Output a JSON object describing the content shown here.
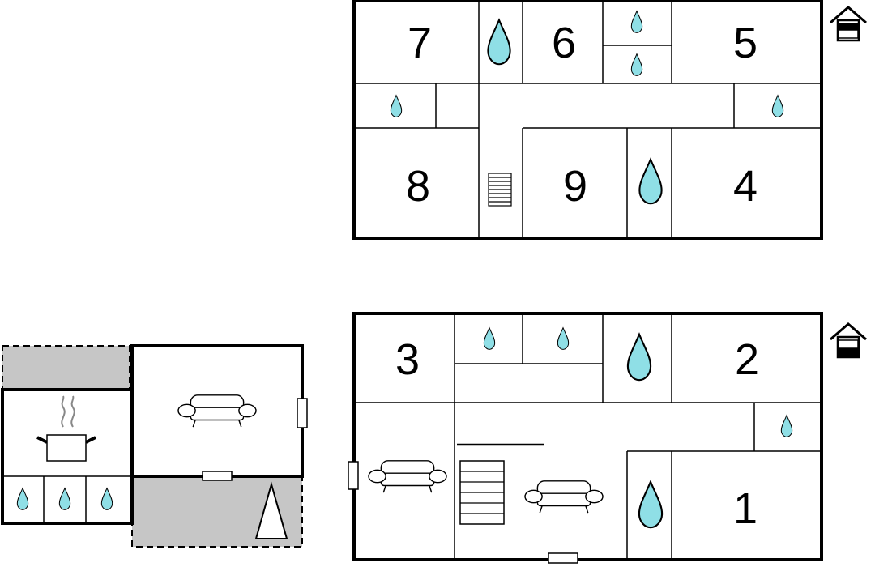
{
  "upper_floor": {
    "rooms": [
      {
        "label": "7"
      },
      {
        "label": "6"
      },
      {
        "label": "5"
      },
      {
        "label": "8"
      },
      {
        "label": "9"
      },
      {
        "label": "4"
      }
    ],
    "level_icon": "house-upper-floor-icon"
  },
  "ground_floor": {
    "rooms": [
      {
        "label": "3"
      },
      {
        "label": "2"
      },
      {
        "label": "1"
      }
    ],
    "level_icon": "house-ground-floor-icon"
  },
  "icons": {
    "water": "water-drop-icon",
    "sofa": "sofa-icon",
    "stairs": "stairs-icon",
    "cooking_pot": "cooking-pot-icon",
    "tent": "tent-icon",
    "door": "door-icon"
  },
  "colors": {
    "water": "#8fdfe6",
    "terrace": "#c6c6c6",
    "wall": "#000000"
  }
}
